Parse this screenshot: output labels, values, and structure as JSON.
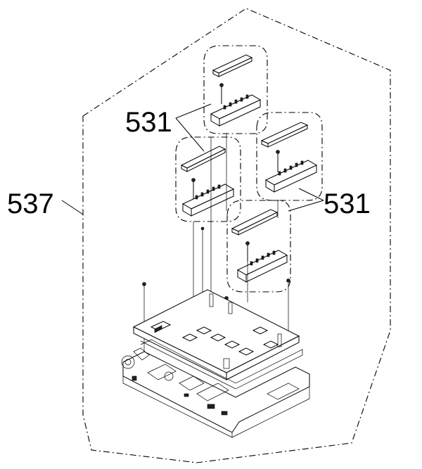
{
  "labels": {
    "assembly": "537",
    "sub_top": "531",
    "sub_right": "531"
  }
}
